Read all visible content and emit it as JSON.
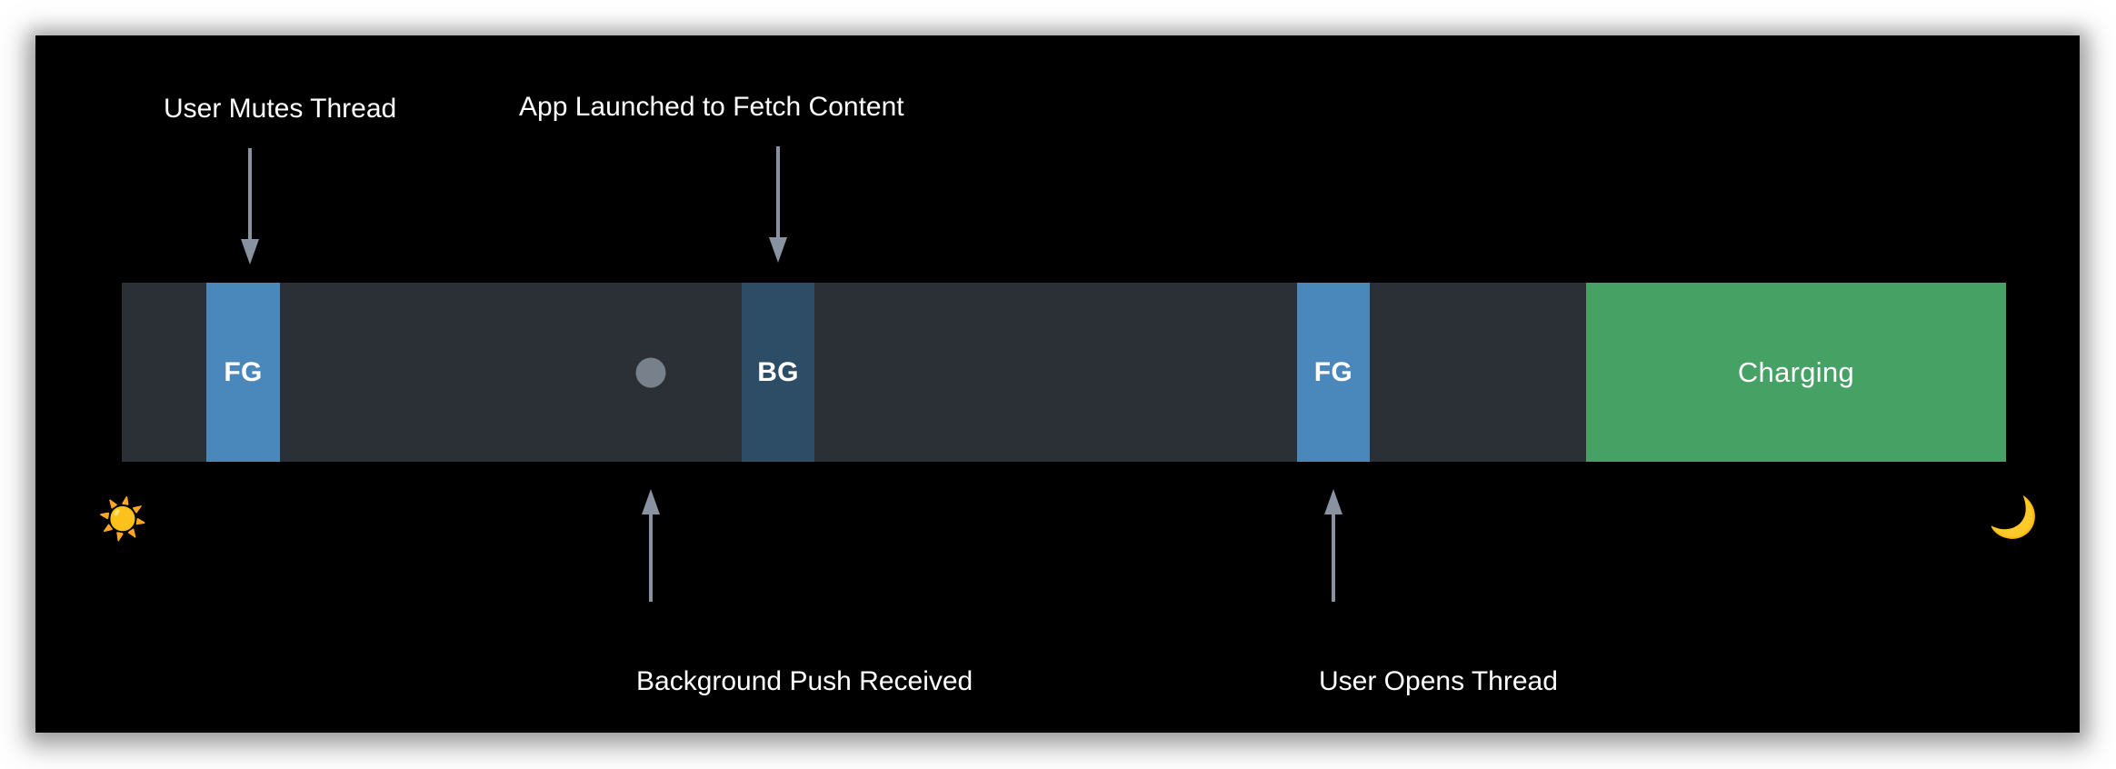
{
  "panel": {
    "background_color": "#000000",
    "page_background": "#ffffff"
  },
  "timeline": {
    "track_color": "#2b3036",
    "segments": [
      {
        "label": "FG",
        "kind": "foreground",
        "color": "#4a88bc",
        "start_pct": 4.49,
        "end_pct": 8.39
      },
      {
        "label": "BG",
        "kind": "background",
        "color": "#2d4d66",
        "start_pct": 32.9,
        "end_pct": 36.76
      },
      {
        "label": "FG",
        "kind": "foreground",
        "color": "#4a88bc",
        "start_pct": 62.37,
        "end_pct": 66.23
      },
      {
        "label": "Charging",
        "kind": "charging",
        "color": "#45a164",
        "start_pct": 77.71,
        "end_pct": 100.0
      }
    ],
    "markers": [
      {
        "name": "push-dot",
        "shape": "circle",
        "color": "#78808c",
        "position_pct": 28.08
      }
    ]
  },
  "annotations": {
    "arrow_color": "#8892a0",
    "above": [
      {
        "text": "User Mutes Thread",
        "position_pct": 6.8
      },
      {
        "text": "App Launched to Fetch Content",
        "position_pct": 34.83
      }
    ],
    "below": [
      {
        "text": "Background Push Received",
        "position_pct": 28.08
      },
      {
        "text": "User Opens Thread",
        "position_pct": 64.3
      }
    ]
  },
  "edge_icons": {
    "day": {
      "glyph": "☀️",
      "name": "sun-icon"
    },
    "night": {
      "glyph": "🌙",
      "name": "crescent-moon-icon"
    }
  }
}
